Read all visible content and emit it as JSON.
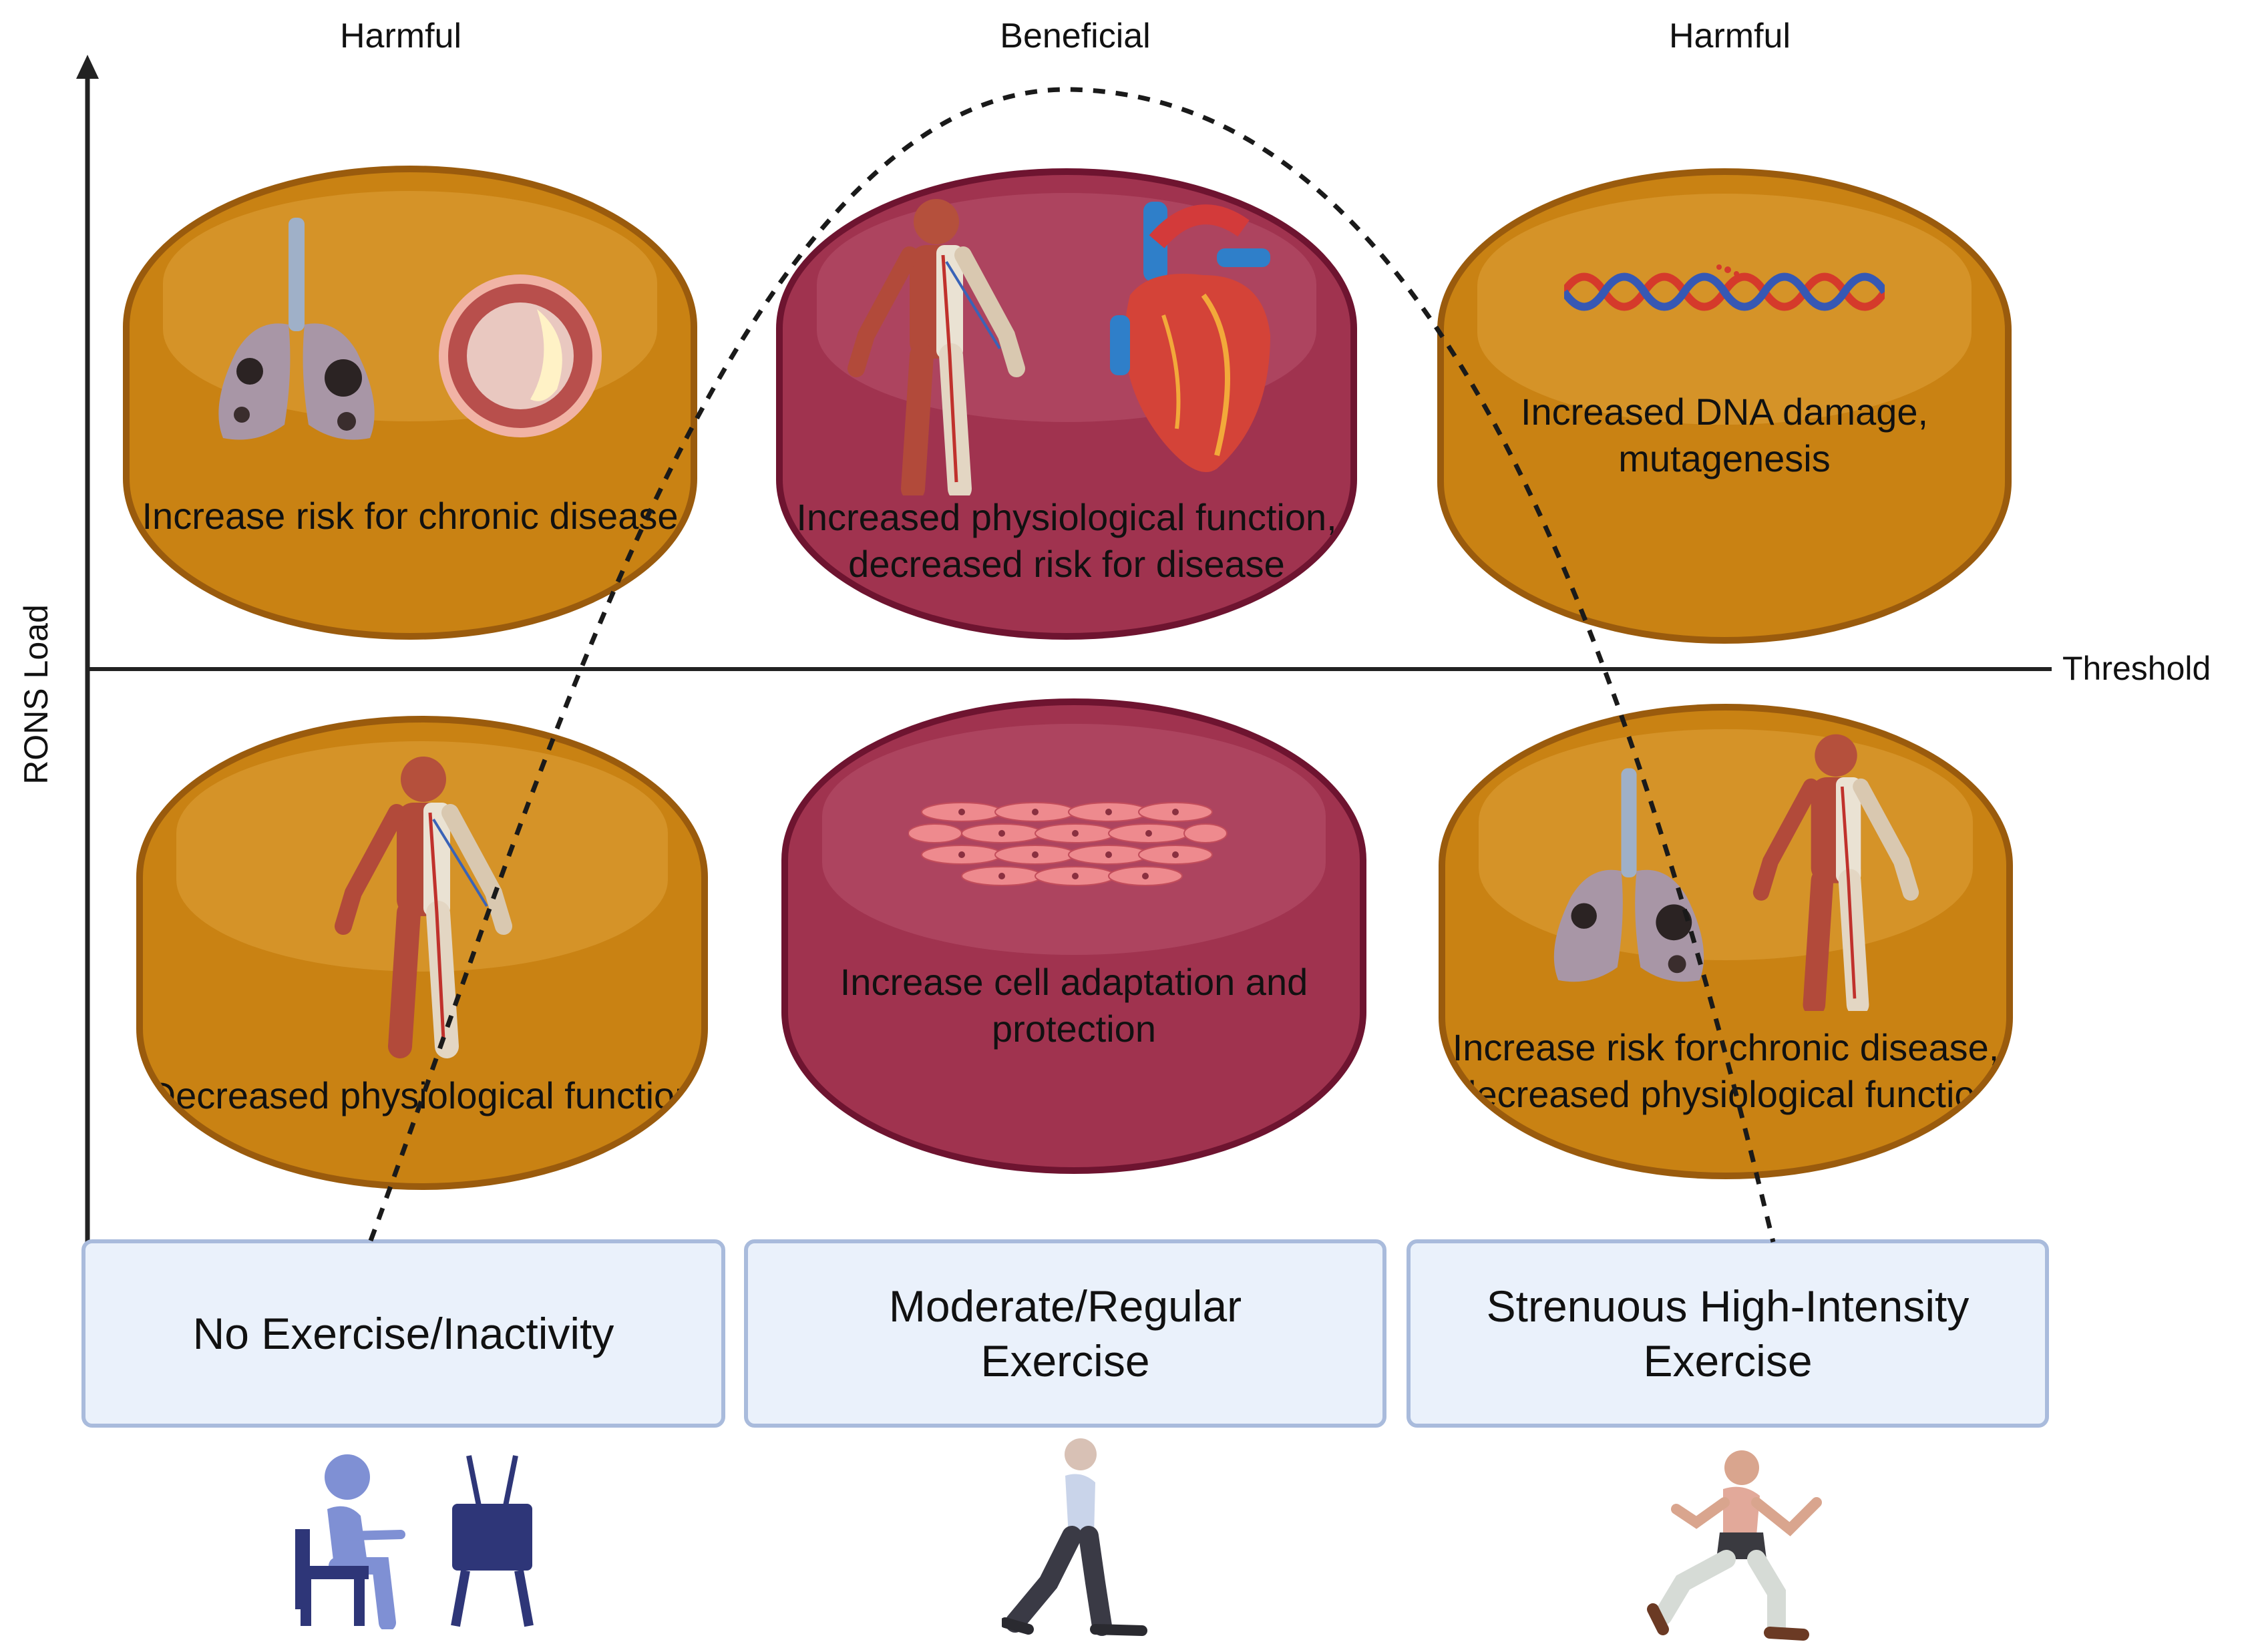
{
  "headers": {
    "left": "Harmful",
    "center": "Beneficial",
    "right": "Harmful"
  },
  "axis": {
    "y_label": "RONS Load",
    "threshold_label": "Threshold"
  },
  "panels": {
    "top_left": "Increase risk for chronic disease",
    "top_center": "Increased physiological function, decreased risk for disease",
    "top_right": "Increased DNA damage, mutagenesis",
    "bottom_left": "Decreased physiological function",
    "bottom_center": "Increase cell adaptation and protection",
    "bottom_right": "Increase risk for chronic disease, decreased physiological function"
  },
  "exercise_levels": {
    "none": "No Exercise/Inactivity",
    "moderate": "Moderate/Regular Exercise",
    "strenuous": "Strenuous High-Intensity Exercise"
  },
  "colors": {
    "harmful": "#c98213",
    "beneficial": "#a0334f",
    "level_box": "#eaf1fb"
  },
  "icons": [
    "lungs-icon",
    "artery-plaque-icon",
    "human-anatomy-icon",
    "heart-icon",
    "dna-icon",
    "muscle-cells-icon",
    "sitting-person-icon",
    "television-icon",
    "walking-person-icon",
    "running-person-icon"
  ]
}
